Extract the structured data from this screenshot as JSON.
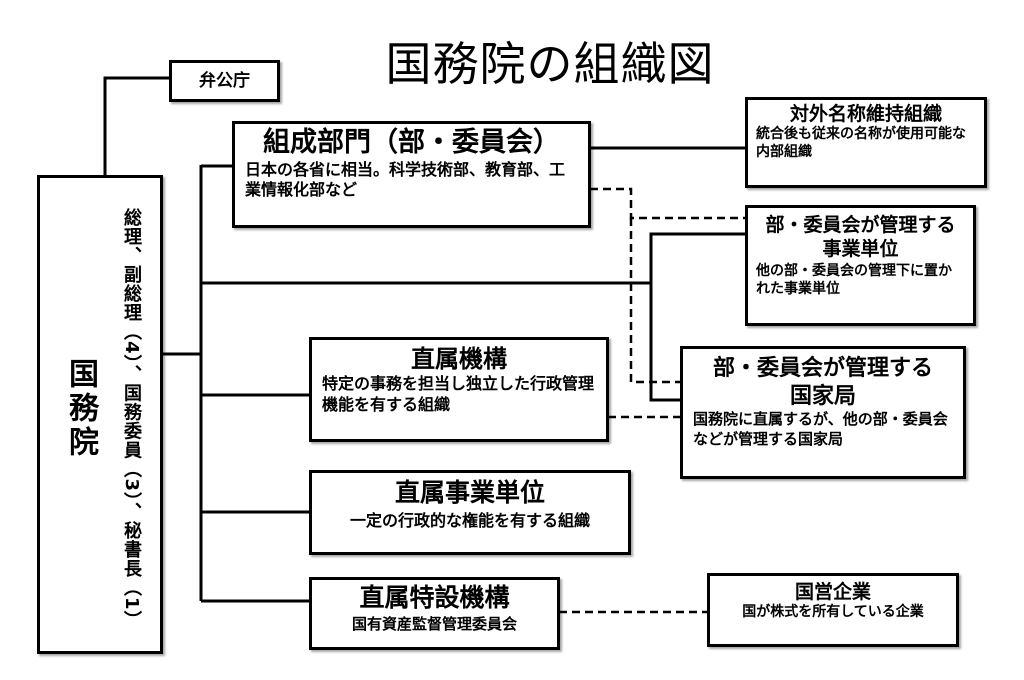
{
  "title": "国務院の組織図",
  "nodes": {
    "state_council": {
      "name": "国務院",
      "members": "総理、副総理（4）、国務委員（3）、秘書長（1）"
    },
    "general_office": {
      "name": "弁公庁"
    },
    "constituent_departments": {
      "name": "組成部門（部・委員会）",
      "desc": "日本の各省に相当。科学技術部、教育部、工業情報化部など"
    },
    "external_name_org": {
      "name": "対外名称維持組織",
      "desc": "統合後も従来の名称が使用可能な内部組織"
    },
    "ministry_managed_units": {
      "name": "部・委員会が管理する事業単位",
      "desc": "他の部・委員会の管理下に置かれた事業単位"
    },
    "ministry_managed_bureaus": {
      "name": "部・委員会が管理する国家局",
      "desc": "国務院に直属するが、他の部・委員会などが管理する国家局"
    },
    "directly_affiliated_agencies": {
      "name": "直属機構",
      "desc": "特定の事務を担当し独立した行政管理機能を有する組織"
    },
    "directly_affiliated_units": {
      "name": "直属事業単位",
      "desc": "一定の行政的な権能を有する組織"
    },
    "special_agency": {
      "name": "直属特設機構",
      "desc": "国有資産監督管理委員会"
    },
    "state_enterprises": {
      "name": "国営企業",
      "desc": "国が株式を所有している企業"
    }
  },
  "edges": [
    {
      "from": "state_council",
      "to": "general_office",
      "style": "solid"
    },
    {
      "from": "state_council",
      "to": "constituent_departments",
      "style": "solid"
    },
    {
      "from": "state_council",
      "to": "ministry_managed_units",
      "style": "solid"
    },
    {
      "from": "state_council",
      "to": "ministry_managed_bureaus",
      "style": "solid"
    },
    {
      "from": "state_council",
      "to": "directly_affiliated_agencies",
      "style": "solid"
    },
    {
      "from": "state_council",
      "to": "directly_affiliated_units",
      "style": "solid"
    },
    {
      "from": "state_council",
      "to": "special_agency",
      "style": "solid"
    },
    {
      "from": "constituent_departments",
      "to": "external_name_org",
      "style": "solid"
    },
    {
      "from": "constituent_departments",
      "to": "ministry_managed_units",
      "style": "dashed"
    },
    {
      "from": "constituent_departments",
      "to": "ministry_managed_bureaus",
      "style": "dashed"
    },
    {
      "from": "directly_affiliated_agencies",
      "to": "ministry_managed_bureaus",
      "style": "dashed"
    },
    {
      "from": "special_agency",
      "to": "state_enterprises",
      "style": "dashed"
    }
  ]
}
